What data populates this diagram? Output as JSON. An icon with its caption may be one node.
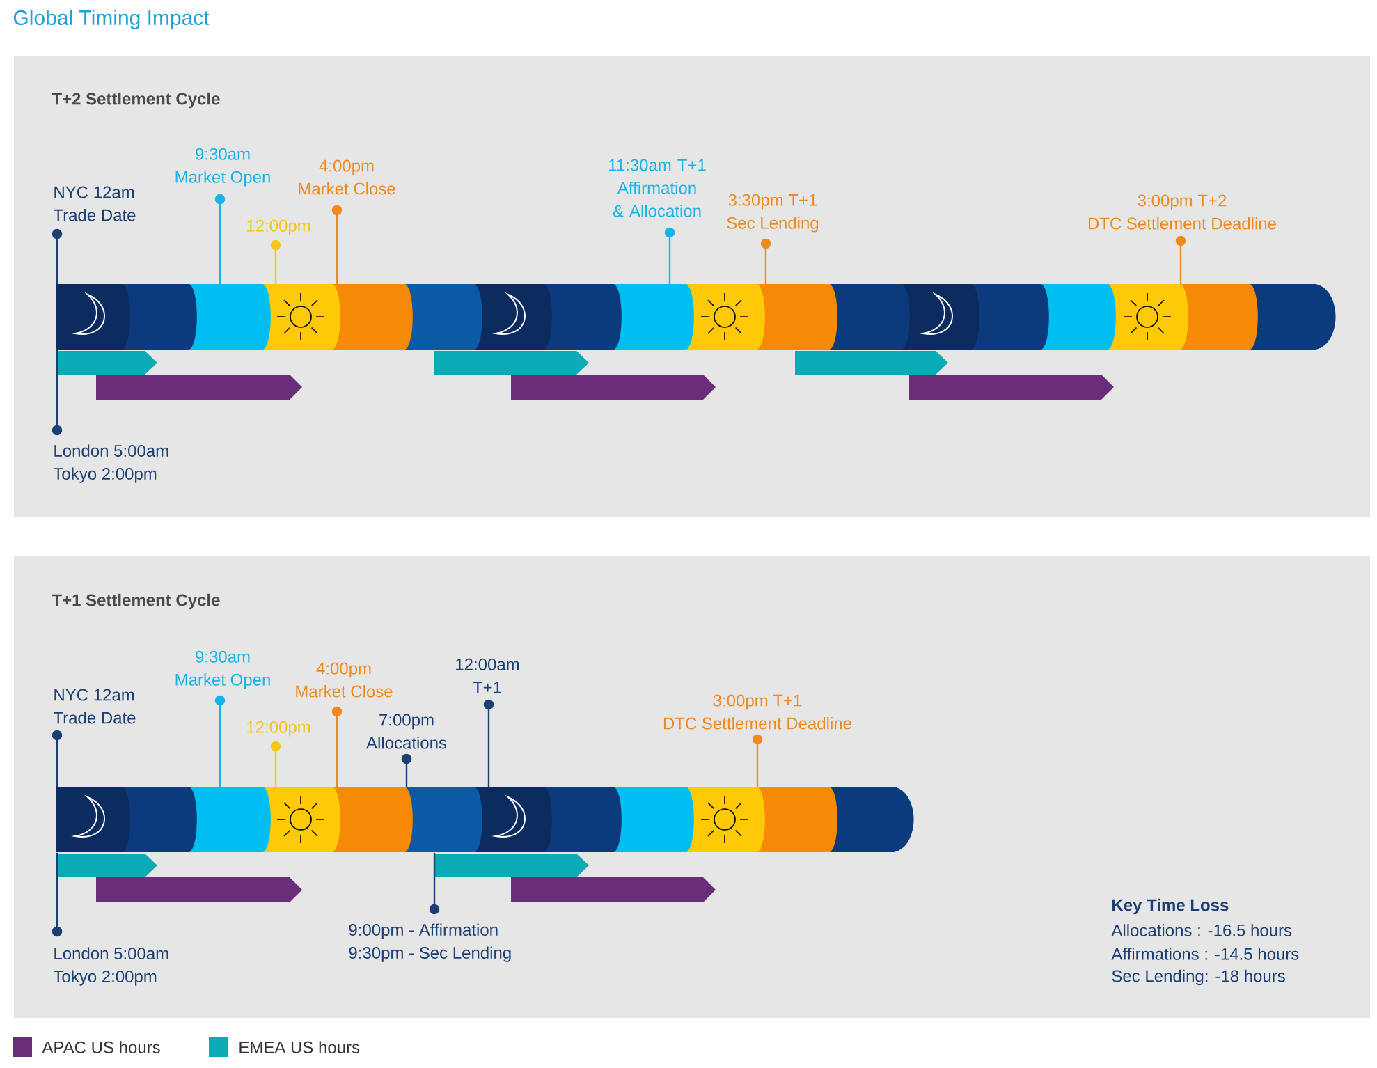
{
  "diagram": {
    "title": "Global Timing Impact",
    "nodes": [
      {
        "text": [
          "T+2 Settlement Cycle"
        ]
      },
      {
        "text": [
          "NYC 12am",
          "Trade Date"
        ],
        "in": 0
      },
      {
        "text": [
          "9:30am",
          "Market Open"
        ],
        "in": 0
      },
      {
        "text": [
          "12:00pm"
        ],
        "in": 0
      },
      {
        "text": [
          "4:00pm",
          "Market Close"
        ],
        "in": 0
      },
      {
        "text": [
          "11:30am T+1",
          "Affirmation & Allocation"
        ],
        "in": 0
      },
      {
        "text": [
          "3:30pm T+1",
          "Sec Lending"
        ],
        "in": 0
      },
      {
        "text": [
          "3:00pm T+2",
          "DTC Settlement Deadline"
        ],
        "in": 0
      },
      {
        "text": [],
        "shape": "bar",
        "in": 0
      },
      {
        "text": [
          "London 5:00am",
          "Tokyo 2:00pm"
        ],
        "in": 0
      },
      {
        "text": [
          "T+1 Settlement Cycle"
        ]
      },
      {
        "text": [
          "NYC 12am",
          "Trade Date"
        ],
        "in": 10
      },
      {
        "text": [
          "9:30am",
          "Market Open"
        ],
        "in": 10
      },
      {
        "text": [
          "12:00pm"
        ],
        "in": 10
      },
      {
        "text": [
          "4:00pm",
          "Market Close"
        ],
        "in": 10
      },
      {
        "text": [
          "12:00am",
          "T+1"
        ],
        "in": 10
      },
      {
        "text": [
          "7:00pm",
          "Allocations"
        ],
        "in": 10
      },
      {
        "text": [
          "3:00pm T+1",
          "DTC Settlement Deadline"
        ],
        "in": 10
      },
      {
        "text": [],
        "shape": "bar",
        "in": 10
      },
      {
        "text": [
          "London 5:00am",
          "Tokyo 2:00pm"
        ],
        "in": 10
      },
      {
        "text": [
          "9:00pm - Affirmation",
          "9:30pm - Sec Lending"
        ],
        "in": 10
      }
    ],
    "edges": [
      {
        "from": 1,
        "to": 8,
        "arrow": "other"
      },
      {
        "from": 2,
        "to": 8,
        "arrow": "other",
        "color": "#18b4e8"
      },
      {
        "from": 3,
        "to": 8,
        "arrow": "other",
        "color": "#f5c518"
      },
      {
        "from": 4,
        "to": 8,
        "arrow": "other",
        "color": "#f08a1c"
      },
      {
        "from": 5,
        "to": 8,
        "arrow": "other",
        "color": "#18b4e8"
      },
      {
        "from": 6,
        "to": 8,
        "arrow": "other",
        "color": "#f08a1c"
      },
      {
        "from": 7,
        "to": 8,
        "arrow": "other",
        "color": "#f08a1c"
      },
      {
        "from": 9,
        "to": 8,
        "arrow": "other"
      },
      {
        "from": 11,
        "to": 18,
        "arrow": "other"
      },
      {
        "from": 12,
        "to": 18,
        "arrow": "other",
        "color": "#18b4e8"
      },
      {
        "from": 13,
        "to": 18,
        "arrow": "other",
        "color": "#f5c518"
      },
      {
        "from": 14,
        "to": 18,
        "arrow": "other",
        "color": "#f08a1c"
      },
      {
        "from": 15,
        "to": 18,
        "arrow": "other"
      },
      {
        "from": 16,
        "to": 18,
        "arrow": "other"
      },
      {
        "from": 17,
        "to": 18,
        "arrow": "other",
        "color": "#f08a1c"
      },
      {
        "from": 19,
        "to": 18,
        "arrow": "other"
      },
      {
        "from": 20,
        "to": 18,
        "arrow": "other"
      }
    ],
    "labels": [
      "Key Time Loss",
      "Allocations : -16.5 hours",
      "Affirmations : -14.5 hours",
      "Sec Lending: -18 hours"
    ],
    "legend": [
      {
        "text": "APAC US hours",
        "color": "#6a2d7a"
      },
      {
        "text": "EMEA US hours",
        "color": "#0aabb5"
      }
    ]
  }
}
